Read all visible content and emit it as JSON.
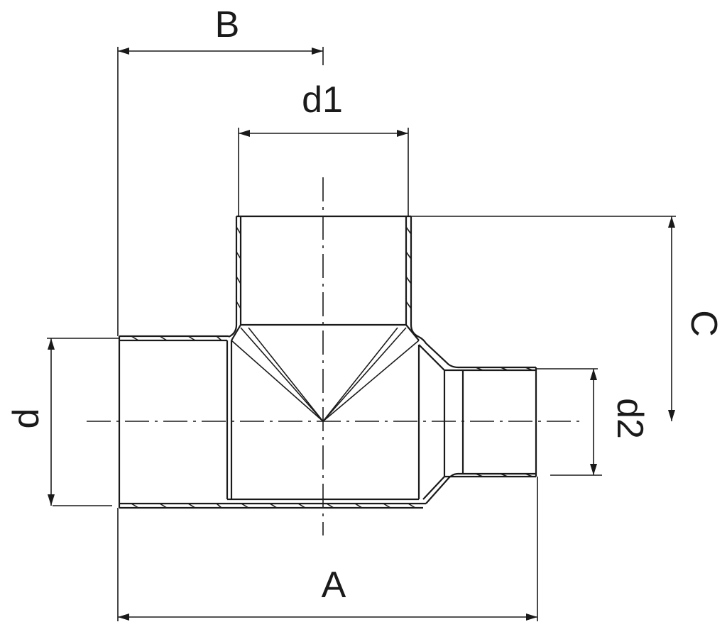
{
  "dimensions": {
    "A": "A",
    "B": "B",
    "C": "C",
    "d": "d",
    "d1": "d1",
    "d2": "d2"
  }
}
